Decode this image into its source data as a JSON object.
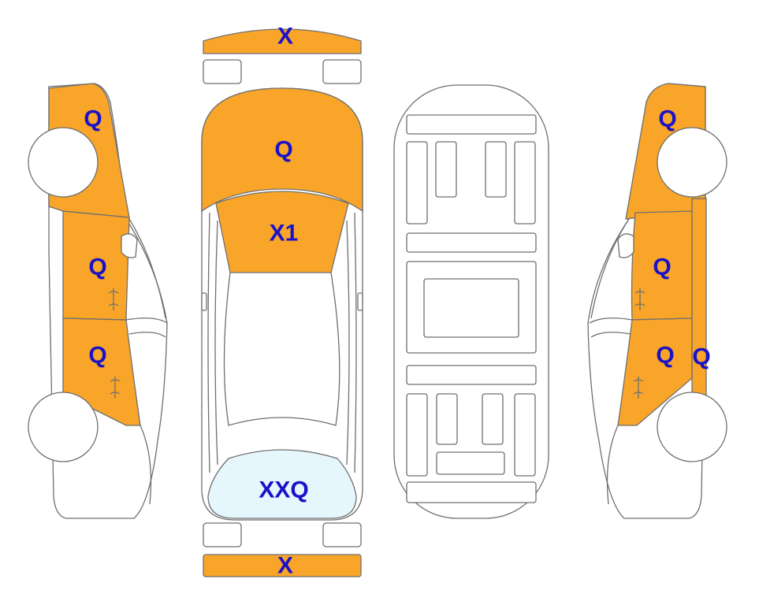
{
  "colors": {
    "damage": "#f8a52a",
    "glass_damage": "#e6f6fd",
    "outline": "#6f6f6f",
    "label": "#1a12c8"
  },
  "parts": [
    {
      "name": "front-bumper",
      "code": "X",
      "damaged": true
    },
    {
      "name": "hood",
      "code": "Q",
      "damaged": true
    },
    {
      "name": "windshield",
      "code": "X1",
      "damaged": true
    },
    {
      "name": "rear-window",
      "code": "XXQ",
      "damaged": true,
      "glass": true
    },
    {
      "name": "rear-bumper",
      "code": "X",
      "damaged": true
    },
    {
      "name": "left-front-fender",
      "code": "Q",
      "damaged": true
    },
    {
      "name": "left-front-door",
      "code": "Q",
      "damaged": true
    },
    {
      "name": "left-rear-door",
      "code": "Q",
      "damaged": true
    },
    {
      "name": "right-front-fender",
      "code": "Q",
      "damaged": true
    },
    {
      "name": "right-front-door",
      "code": "Q",
      "damaged": true
    },
    {
      "name": "right-rear-door",
      "code": "Q",
      "damaged": true
    },
    {
      "name": "right-pillar",
      "code": "Q",
      "damaged": true
    }
  ]
}
